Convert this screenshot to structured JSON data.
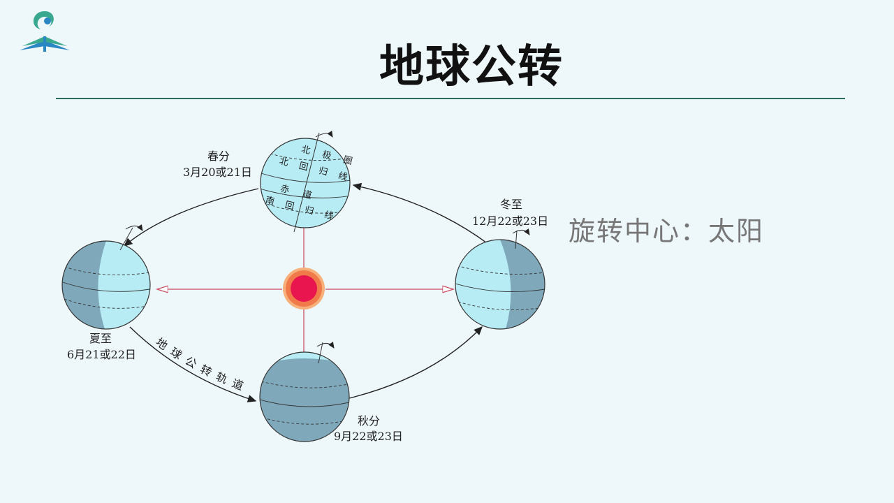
{
  "page": {
    "title": "地球公转",
    "side_note": "旋转中心：太阳"
  },
  "diagram": {
    "orbit_label": "地球公转轨道",
    "seasons": {
      "spring": {
        "name": "春分",
        "date": "3月20或21日"
      },
      "summer": {
        "name": "夏至",
        "date": "6月21或22日"
      },
      "autumn": {
        "name": "秋分",
        "date": "9月22或23日"
      },
      "winter": {
        "name": "冬至",
        "date": "12月22或23日"
      }
    },
    "latitude_labels": {
      "arctic_circle": "北极圈",
      "tropic_cancer": "北回归线",
      "equator": "赤道",
      "tropic_capricorn": "南回归线"
    },
    "colors": {
      "day_side": "#b8ecf5",
      "night_side": "#7fa9bb",
      "sun_outer": "#f07a4a",
      "sun_inner": "#e8154e",
      "ray": "#c8455a",
      "accent": "#2e6e5e"
    }
  }
}
